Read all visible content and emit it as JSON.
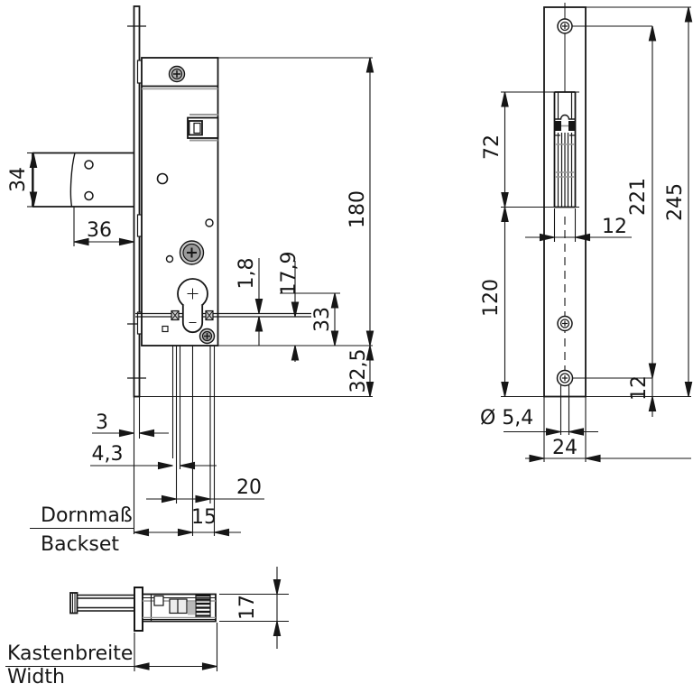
{
  "front": {
    "d34": "34",
    "d36": "36",
    "d180": "180",
    "d1_8": "1,8",
    "d17_9": "17,9",
    "d33": "33",
    "d32_5": "32,5",
    "d3": "3",
    "d4_3": "4,3",
    "d20": "20",
    "d15": "15",
    "label_de": "Dornmaß",
    "label_en": "Backset"
  },
  "plate": {
    "d72": "72",
    "d12_top": "12",
    "d120": "120",
    "d221": "221",
    "d245": "245",
    "d12_bottom": "12",
    "d_dia": "Ø 5,4",
    "d24": "24"
  },
  "side": {
    "d17": "17",
    "label_de": "Kastenbreite",
    "label_en": "Width"
  },
  "colors": {
    "line": "#161616",
    "gray_detail": "#9a9a9a",
    "metal_light": "#c9c9c9",
    "metal_dark": "#9a9a9a"
  }
}
